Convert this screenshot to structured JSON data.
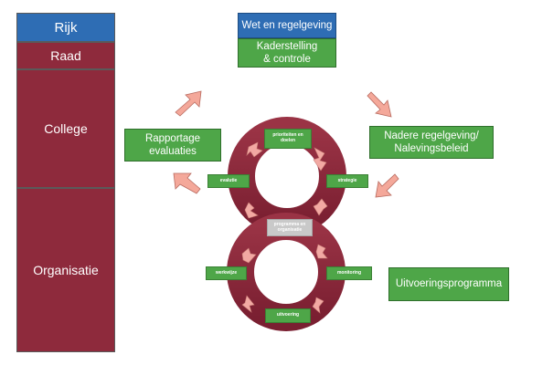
{
  "levels": [
    {
      "label": "Rijk",
      "color": "#2e6db4"
    },
    {
      "label": "Raad",
      "color": "#8e2a3c"
    },
    {
      "label": "College",
      "color": "#8e2a3c"
    },
    {
      "label": "Organisatie",
      "color": "#8e2a3c"
    }
  ],
  "boxes": {
    "wet_title": "Wet en regelgeving",
    "wet_line1": "Kaderstelling",
    "wet_line2": "& controle",
    "nadere_line1": "Nadere regelgeving/",
    "nadere_line2": "Nalevingsbeleid",
    "rapportage_line1": "Rapportage",
    "rapportage_line2": "evaluaties",
    "uitvoeringsprogramma": "Uitvoeringsprogramma"
  },
  "cycle": {
    "prioriteiten_line1": "prioriteiten en",
    "prioriteiten_line2": "doelen",
    "strategie": "strategie",
    "evaluatie": "evalutie",
    "programma_line1": "programma en",
    "programma_line2": "organisatie",
    "werkwijze": "werkwijze",
    "monitoring": "monitoring",
    "uitvoering": "uitvoering"
  },
  "colors": {
    "blue": "#2e6db4",
    "maroon": "#8e2a3c",
    "green": "#4ea648",
    "arrow_fill": "#f4a89a",
    "ring": "#8e2a3c"
  }
}
